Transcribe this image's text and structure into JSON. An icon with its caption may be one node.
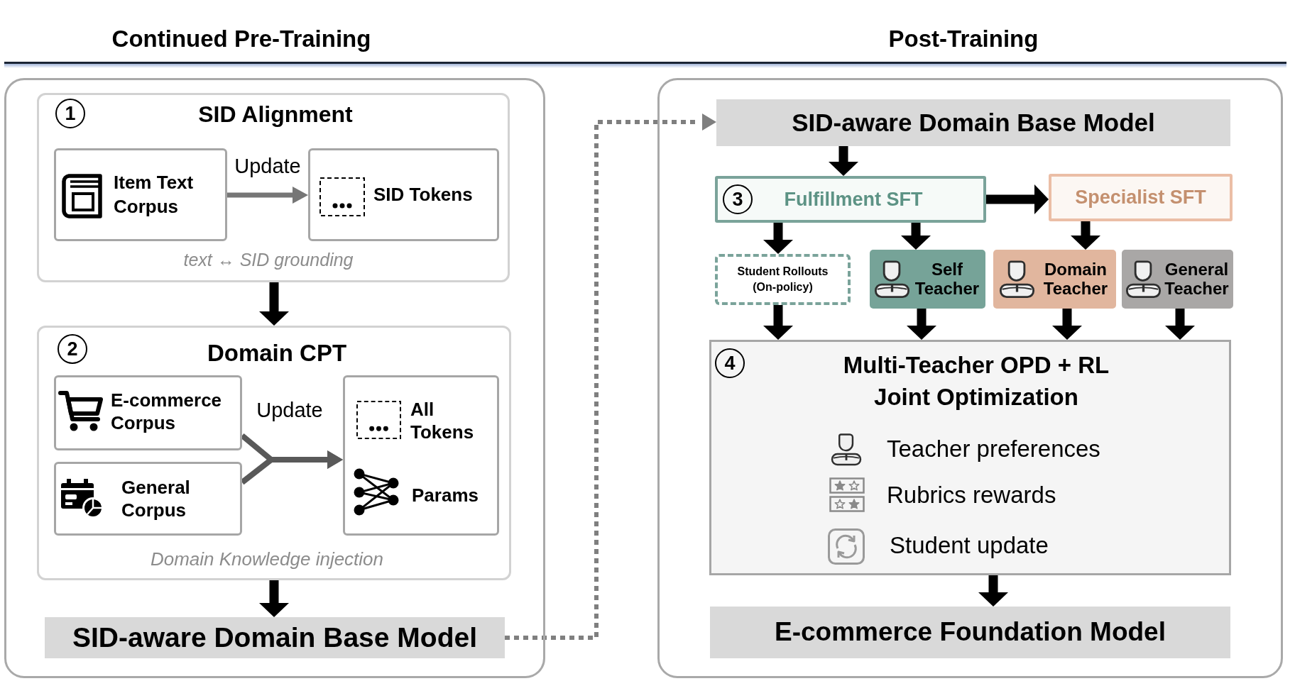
{
  "diagram": {
    "nodes": [
      {
        "text": [
          "Continued Pre-Training"
        ]
      },
      {
        "text": [
          "1",
          "SID Alignment",
          "text ↔ SID grounding"
        ],
        "in": 0
      },
      {
        "text": [
          "Item Text Corpus"
        ],
        "in": 1
      },
      {
        "text": [
          "SID Tokens"
        ],
        "in": 1
      },
      {
        "text": [
          "2",
          "Domain CPT",
          "Domain Knowledge injection"
        ],
        "in": 0
      },
      {
        "text": [
          "E-commerce Corpus"
        ],
        "in": 4
      },
      {
        "text": [
          "General Corpus"
        ],
        "in": 4
      },
      {
        "text": [
          "All Tokens",
          "Params"
        ],
        "in": 4
      },
      {
        "text": [
          "SID-aware Domain Base Model"
        ],
        "in": 0
      },
      {
        "text": [
          "Post-Training"
        ]
      },
      {
        "text": [
          "SID-aware Domain Base Model"
        ],
        "in": 9
      },
      {
        "text": [
          "3",
          "Fulfillment SFT"
        ],
        "in": 9
      },
      {
        "text": [
          "Specialist SFT"
        ],
        "in": 9
      },
      {
        "text": [
          "Student Rollouts (On-policy)"
        ],
        "in": 9
      },
      {
        "text": [
          "Self Teacher"
        ],
        "in": 9
      },
      {
        "text": [
          "Domain Teacher"
        ],
        "in": 9
      },
      {
        "text": [
          "General Teacher"
        ],
        "in": 9
      },
      {
        "text": [
          "4",
          "Multi-Teacher OPD + RL Joint Optimization",
          "Teacher preferences",
          "Rubrics rewards",
          "Student update"
        ],
        "in": 9
      },
      {
        "text": [
          "E-commerce Foundation Model"
        ],
        "in": 9
      }
    ],
    "edges": [
      {
        "from": 2,
        "to": 3,
        "arrow": "to",
        "label": "Update",
        "color": "#767676"
      },
      {
        "from": 1,
        "to": 4,
        "arrow": "to"
      },
      {
        "from": 5,
        "to": 7,
        "arrow": "to",
        "label": "Update",
        "color": "#595959"
      },
      {
        "from": 6,
        "to": 7,
        "arrow": "to",
        "color": "#595959"
      },
      {
        "from": 4,
        "to": 8,
        "arrow": "to"
      },
      {
        "from": 8,
        "to": 10,
        "arrow": "to",
        "style": "dashed",
        "color": "#7f7f7f"
      },
      {
        "from": 10,
        "to": 11,
        "arrow": "to"
      },
      {
        "from": 11,
        "to": 12,
        "arrow": "to"
      },
      {
        "from": 11,
        "to": 13,
        "arrow": "to"
      },
      {
        "from": 11,
        "to": 14,
        "arrow": "to"
      },
      {
        "from": 12,
        "to": 15,
        "arrow": "to"
      },
      {
        "from": 13,
        "to": 17,
        "arrow": "to"
      },
      {
        "from": 14,
        "to": 17,
        "arrow": "to"
      },
      {
        "from": 15,
        "to": 17,
        "arrow": "to"
      },
      {
        "from": 16,
        "to": 17,
        "arrow": "to"
      },
      {
        "from": 17,
        "to": 18,
        "arrow": "to"
      }
    ]
  }
}
